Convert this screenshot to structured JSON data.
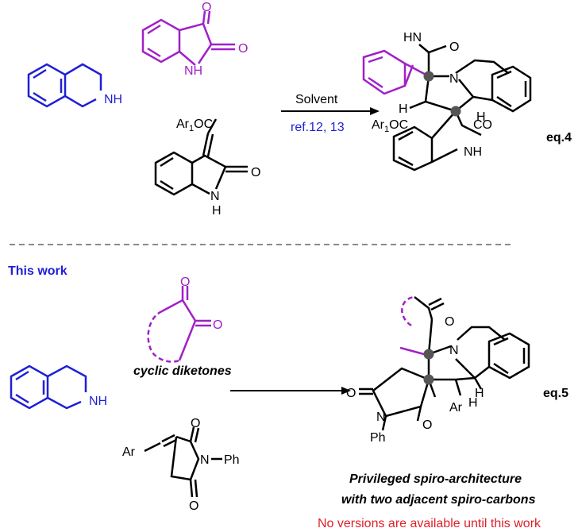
{
  "colors": {
    "blue": "#1f1fd6",
    "purple": "#a020c8",
    "black": "#000000",
    "red": "#e0202a",
    "spiro_dot": "#555555"
  },
  "top": {
    "thiq_nh": "NH",
    "isatin_nh": "NH",
    "ylidene_ar": "Ar",
    "ylidene_sub": "1",
    "ylidene_oc": "OC",
    "ylidene_nh": "N",
    "ylidene_h": "H",
    "ylidene_o": "O",
    "arrow_top": "Solvent",
    "arrow_bottom": "ref.12, 13",
    "prod_hn": "HN",
    "prod_o": "O",
    "prod_n": "N",
    "prod_h1": "H",
    "prod_h2": "H",
    "prod_ar": "Ar",
    "prod_sub": "1",
    "prod_oc": "OC",
    "prod_co": "CO",
    "prod_nh": "NH",
    "eq": "eq.4"
  },
  "bottom": {
    "this_work": "This work",
    "diketone_label": "cyclic diketones",
    "thiq_nh": "NH",
    "maleimide_ar": "Ar",
    "maleimide_o1": "O",
    "maleimide_o2": "O",
    "maleimide_n": "N",
    "maleimide_ph": "Ph",
    "prod_o_top": "O",
    "prod_n": "N",
    "prod_h": "H",
    "prod_o_left": "O",
    "prod_n2": "N",
    "prod_o2": "O",
    "prod_ar": "Ar",
    "prod_h2": "H",
    "prod_ph": "Ph",
    "eq": "eq.5",
    "caption1": "Privileged spiro-architecture",
    "caption2": "with two adjacent spiro-carbons",
    "note": "No versions are available until this work"
  }
}
